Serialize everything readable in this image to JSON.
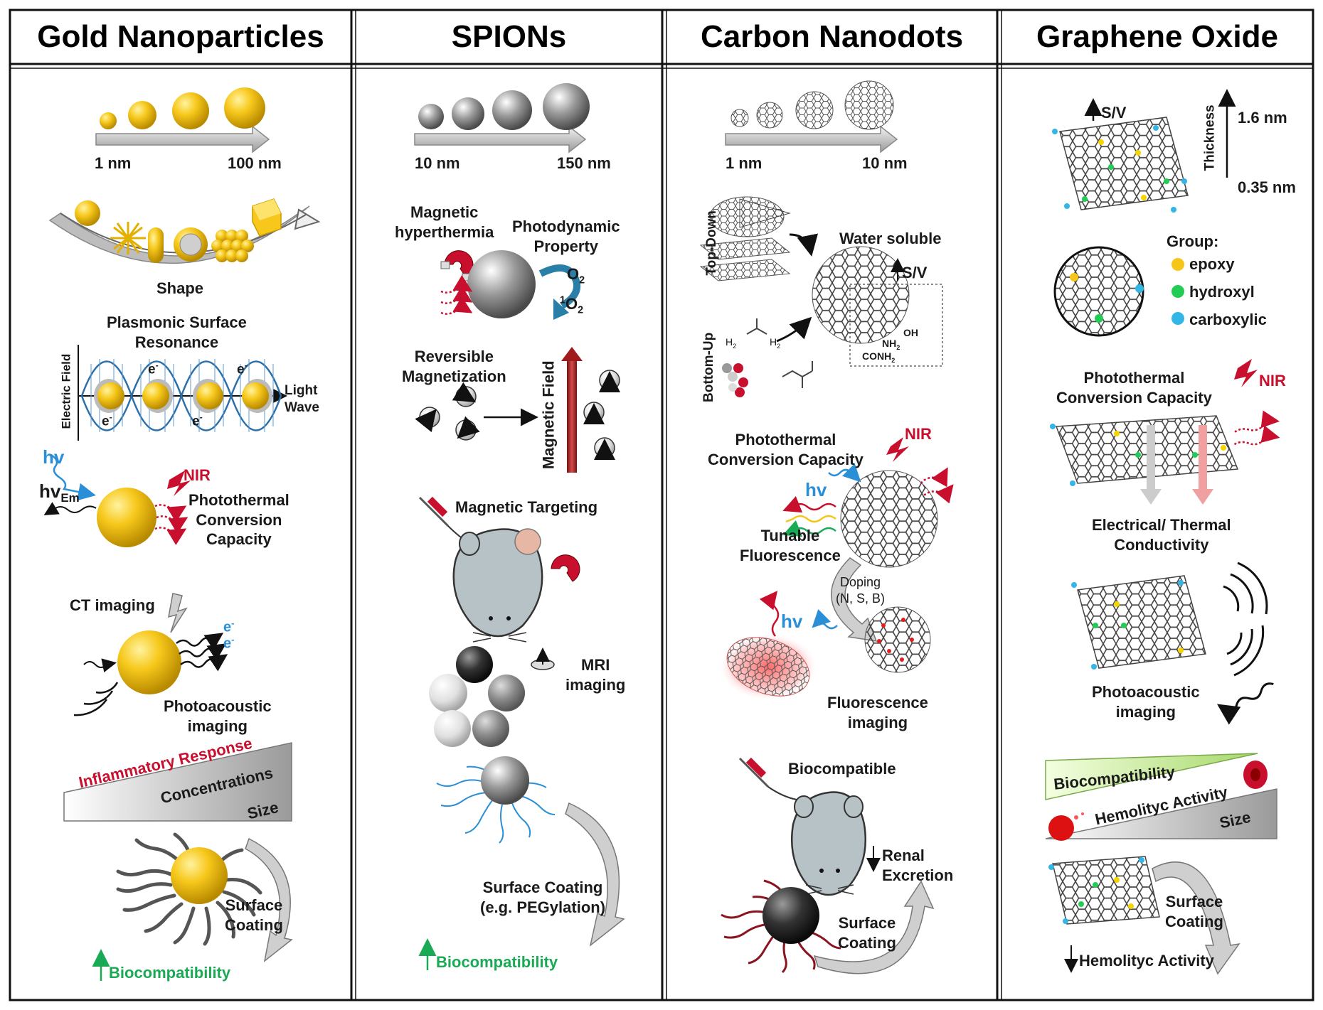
{
  "columns": [
    {
      "title": "Gold Nanoparticles"
    },
    {
      "title": "SPIONs"
    },
    {
      "title": "Carbon Nanodots"
    },
    {
      "title": "Graphene Oxide"
    }
  ],
  "gold": {
    "size_min": "1 nm",
    "size_max": "100 nm",
    "shape": "Shape",
    "psr": "Plasmonic Surface\nResonance",
    "electric_field": "Electric Field",
    "light_wave": "Light\nWave",
    "electron": "e",
    "hv": "hv",
    "hv_em": "hv",
    "em": "Em",
    "nir": "NIR",
    "photothermal": "Photothermal\nConversion\nCapacity",
    "ct": "CT imaging",
    "photoacoustic": "Photoacoustic\nimaging",
    "inflammatory": "Inflammatory Response",
    "concentrations": "Concentrations",
    "size": "Size",
    "surface_coating": "Surface\nCoating",
    "biocompat": "Biocompatibility"
  },
  "spions": {
    "size_min": "10 nm",
    "size_max": "150 nm",
    "hyperthermia": "Magnetic\nhyperthermia",
    "photodynamic": "Photodynamic\nProperty",
    "o2": "O",
    "o2_sub": "2",
    "o2_singlet_sup": "1",
    "reversible": "Reversible\nMagnetization",
    "magnetic_field": "Magnetic Field",
    "targeting": "Magnetic Targeting",
    "mri": "MRI\nimaging",
    "surface_coating": "Surface Coating\n(e.g. PEGylation)",
    "biocompat": "Biocompatibility"
  },
  "cnd": {
    "size_min": "1 nm",
    "size_max": "10 nm",
    "top_down": "Top-Down",
    "bottom_up": "Bottom-Up",
    "water_soluble": "Water soluble",
    "sv": "S/V",
    "oh": "OH",
    "nh2": "NH",
    "conh2": "CONH",
    "h2n": "H",
    "two": "2",
    "photothermal": "Photothermal\nConversion Capacity",
    "nir": "NIR",
    "hv": "hv",
    "tunable": "Tunable\nFluorescence",
    "doping": "Doping\n(N, S, B)",
    "fluorescence": "Fluorescence\nimaging",
    "biocompatible": "Biocompatible",
    "renal": "Renal\nExcretion",
    "surface_coating": "Surface\nCoating"
  },
  "go": {
    "sv": "S/V",
    "thickness": "Thickness",
    "t_max": "1.6 nm",
    "t_min": "0.35 nm",
    "group": "Group:",
    "epoxy": "epoxy",
    "hydroxyl": "hydroxyl",
    "carboxylic": "carboxylic",
    "photothermal": "Photothermal\nConversion Capacity",
    "nir": "NIR",
    "conductivity": "Electrical/ Thermal\nConductivity",
    "photoacoustic": "Photoacoustic\nimaging",
    "biocompat": "Biocompatibility",
    "hemolytic": "Hemolityc Activity",
    "size": "Size",
    "surface_coating": "Surface\nCoating",
    "hemolytic2": "Hemolityc Activity"
  },
  "colors": {
    "gold": "#f5c518",
    "red": "#c8102e",
    "green": "#1aaa55",
    "blue": "#2a8fd6"
  }
}
